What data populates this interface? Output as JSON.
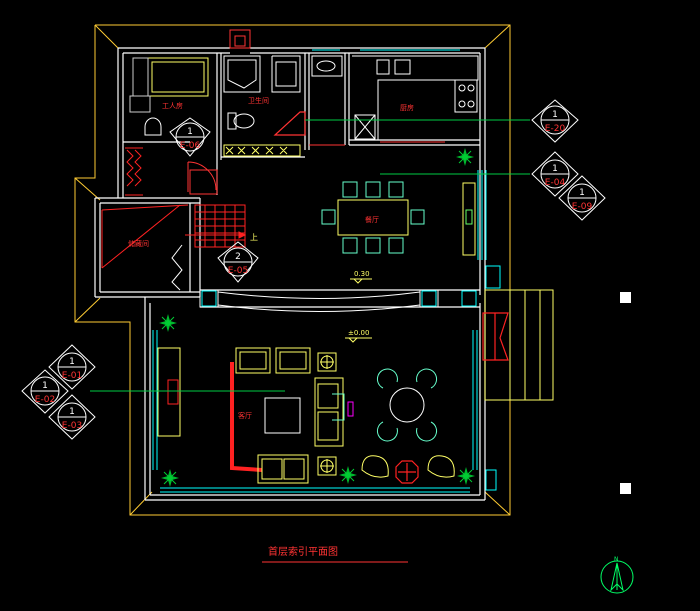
{
  "drawing": {
    "title": "首层索引平面图",
    "north_label": "N"
  },
  "rooms": {
    "servant": "工人房",
    "bathroom": "卫生间",
    "kitchen": "厨房",
    "storage": "储藏间",
    "dining": "餐厅",
    "living": "客厅"
  },
  "stair_label": "上",
  "levels": {
    "dining": "0.30",
    "living": "±0.00"
  },
  "index_marks": [
    {
      "num": "1",
      "sheet": "E-06"
    },
    {
      "num": "2",
      "sheet": "E-05"
    },
    {
      "num": "1",
      "sheet": "E-20"
    },
    {
      "num": "1",
      "sheet": "E-04"
    },
    {
      "num": "1",
      "sheet": "E-09"
    },
    {
      "num": "1",
      "sheet": "E-01"
    },
    {
      "num": "1",
      "sheet": "E-02"
    },
    {
      "num": "1",
      "sheet": "E-03"
    }
  ],
  "colors": {
    "background": "#000000",
    "wall": "#ffffff",
    "outline": "#ffff00",
    "window": "#00ffff",
    "furniture": "#ffff66",
    "furniture_alt": "#66ffcc",
    "red": "#ff0000",
    "magenta": "#ff00ff",
    "index": "#ffffff",
    "index_line": "#00cc44",
    "room_label": "#ff3333",
    "plant": "#00cc33"
  }
}
